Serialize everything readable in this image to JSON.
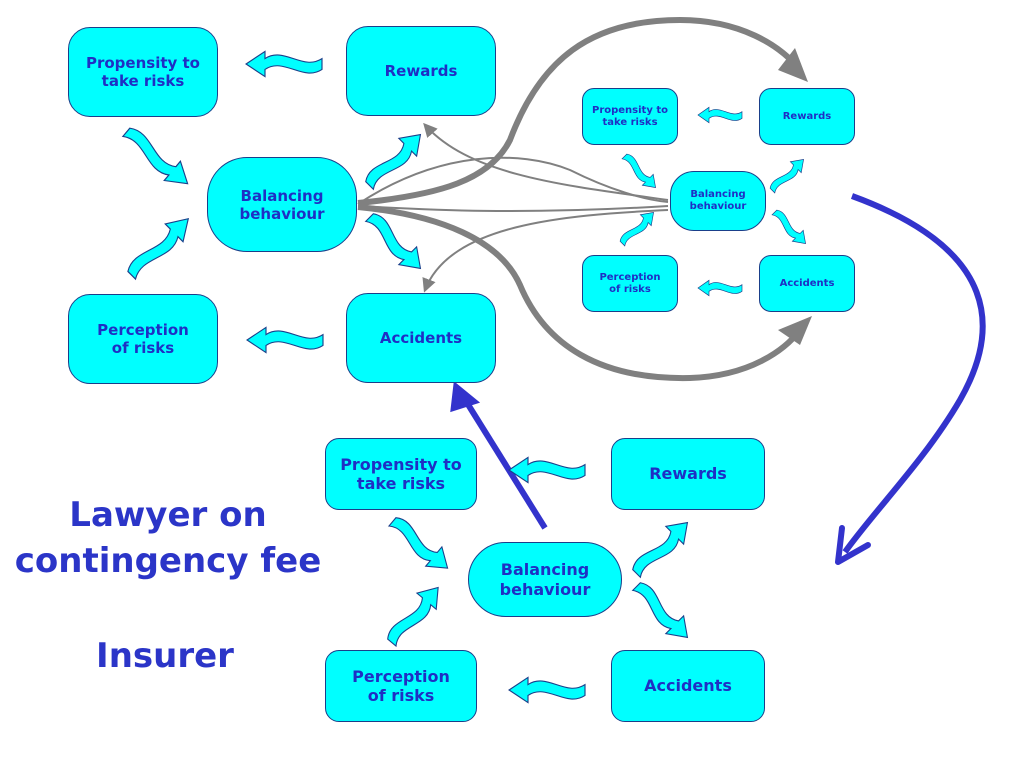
{
  "diagram": {
    "topleft": {
      "propensity": "Propensity to\ntake risks",
      "rewards": "Rewards",
      "balancing": "Balancing\nbehaviour",
      "perception": "Perception\nof risks",
      "accidents": "Accidents"
    },
    "topright": {
      "propensity": "Propensity to\ntake risks",
      "rewards": "Rewards",
      "balancing": "Balancing\nbehaviour",
      "perception": "Perception\nof risks",
      "accidents": "Accidents"
    },
    "bottom": {
      "propensity": "Propensity to\ntake risks",
      "rewards": "Rewards",
      "balancing": "Balancing\nbehaviour",
      "perception": "Perception\nof risks",
      "accidents": "Accidents"
    },
    "side_text": {
      "lawyer": "Lawyer on\ncontingency fee",
      "insurer": "Insurer"
    }
  },
  "colors": {
    "box_fill": "#00ffff",
    "box_border": "#1a3f8a",
    "text": "#1f2fc4",
    "big_arrow": "#3333cc",
    "grey_arrow": "#808080",
    "wavy_arrow_fill": "#00ffff"
  }
}
